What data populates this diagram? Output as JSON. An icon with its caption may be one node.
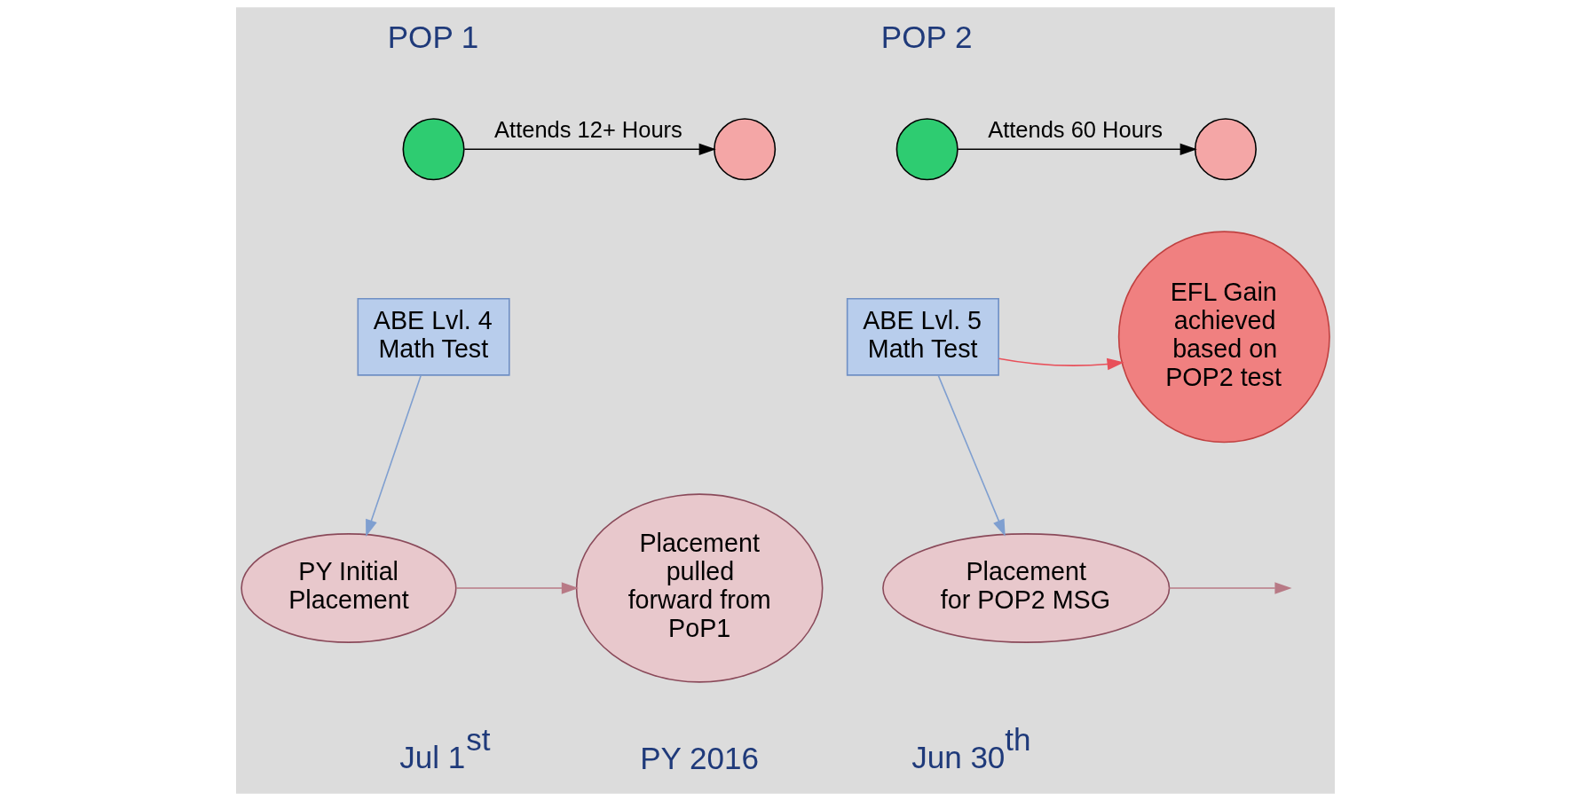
{
  "diagram": {
    "nodes": [
      {
        "text": [],
        "shape": "circle"
      },
      {
        "text": [],
        "shape": "circle"
      },
      {
        "text": [],
        "shape": "circle"
      },
      {
        "text": [],
        "shape": "circle"
      },
      {
        "text": [
          "ABE Lvl. 4 Math Test"
        ]
      },
      {
        "text": [
          "EFL Gain achieved based on POP2 test"
        ]
      },
      {
        "text": [
          "ABE Lvl. 5 Math Test"
        ]
      },
      {
        "text": [
          "PY Initial Placement"
        ]
      },
      {
        "text": [
          "Placement pulled forward from PoP1"
        ]
      },
      {
        "text": [
          "Placement for POP2 MSG"
        ]
      }
    ],
    "edges": [
      {
        "from": 0,
        "to": 1,
        "arrow": "to",
        "label": "Attends 12+ Hours"
      },
      {
        "from": 2,
        "to": 3,
        "arrow": "to",
        "label": "Attends 60 Hours"
      },
      {
        "from": 4,
        "to": 7,
        "arrow": "to",
        "color": "#7f9fd0"
      },
      {
        "from": 6,
        "to": 9,
        "arrow": "to",
        "color": "#7f9fd0"
      },
      {
        "from": 6,
        "to": 5,
        "arrow": "to",
        "color": "#e8505a"
      },
      {
        "from": 7,
        "to": 8,
        "arrow": "to",
        "color": "#b87a86"
      },
      {
        "from": 9,
        "to": null,
        "arrow": "to",
        "color": "#b87a86"
      }
    ],
    "labels": [
      "POP 1",
      "POP 2",
      "Jul 1$^{st}$",
      "PY 2016",
      "Jun 30$^{th}$"
    ]
  }
}
